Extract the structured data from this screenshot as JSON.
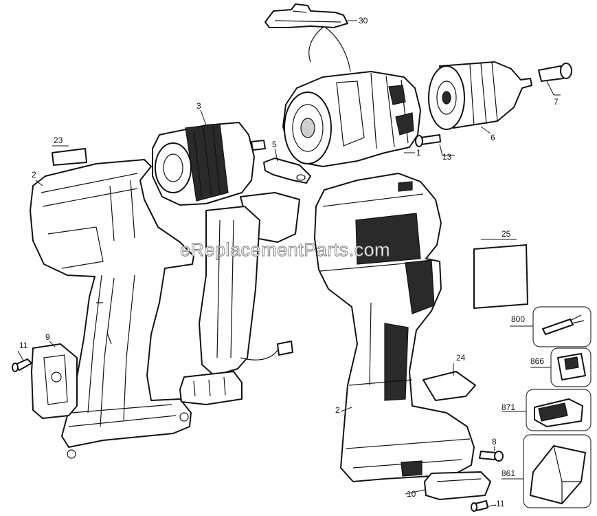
{
  "watermark": "eReplacementParts.com",
  "callouts": {
    "p30": "30",
    "p3": "3",
    "p23": "23",
    "p5": "5",
    "p1": "1",
    "p13": "13",
    "p6": "6",
    "p7": "7",
    "p2_left": "2",
    "p2_right": "2",
    "p25": "25",
    "p800": "800",
    "p866": "866",
    "p871": "871",
    "p861": "861",
    "p24": "24",
    "p11_left": "11",
    "p9": "9",
    "p8": "8",
    "p10": "10",
    "p11_bottom": "11"
  }
}
